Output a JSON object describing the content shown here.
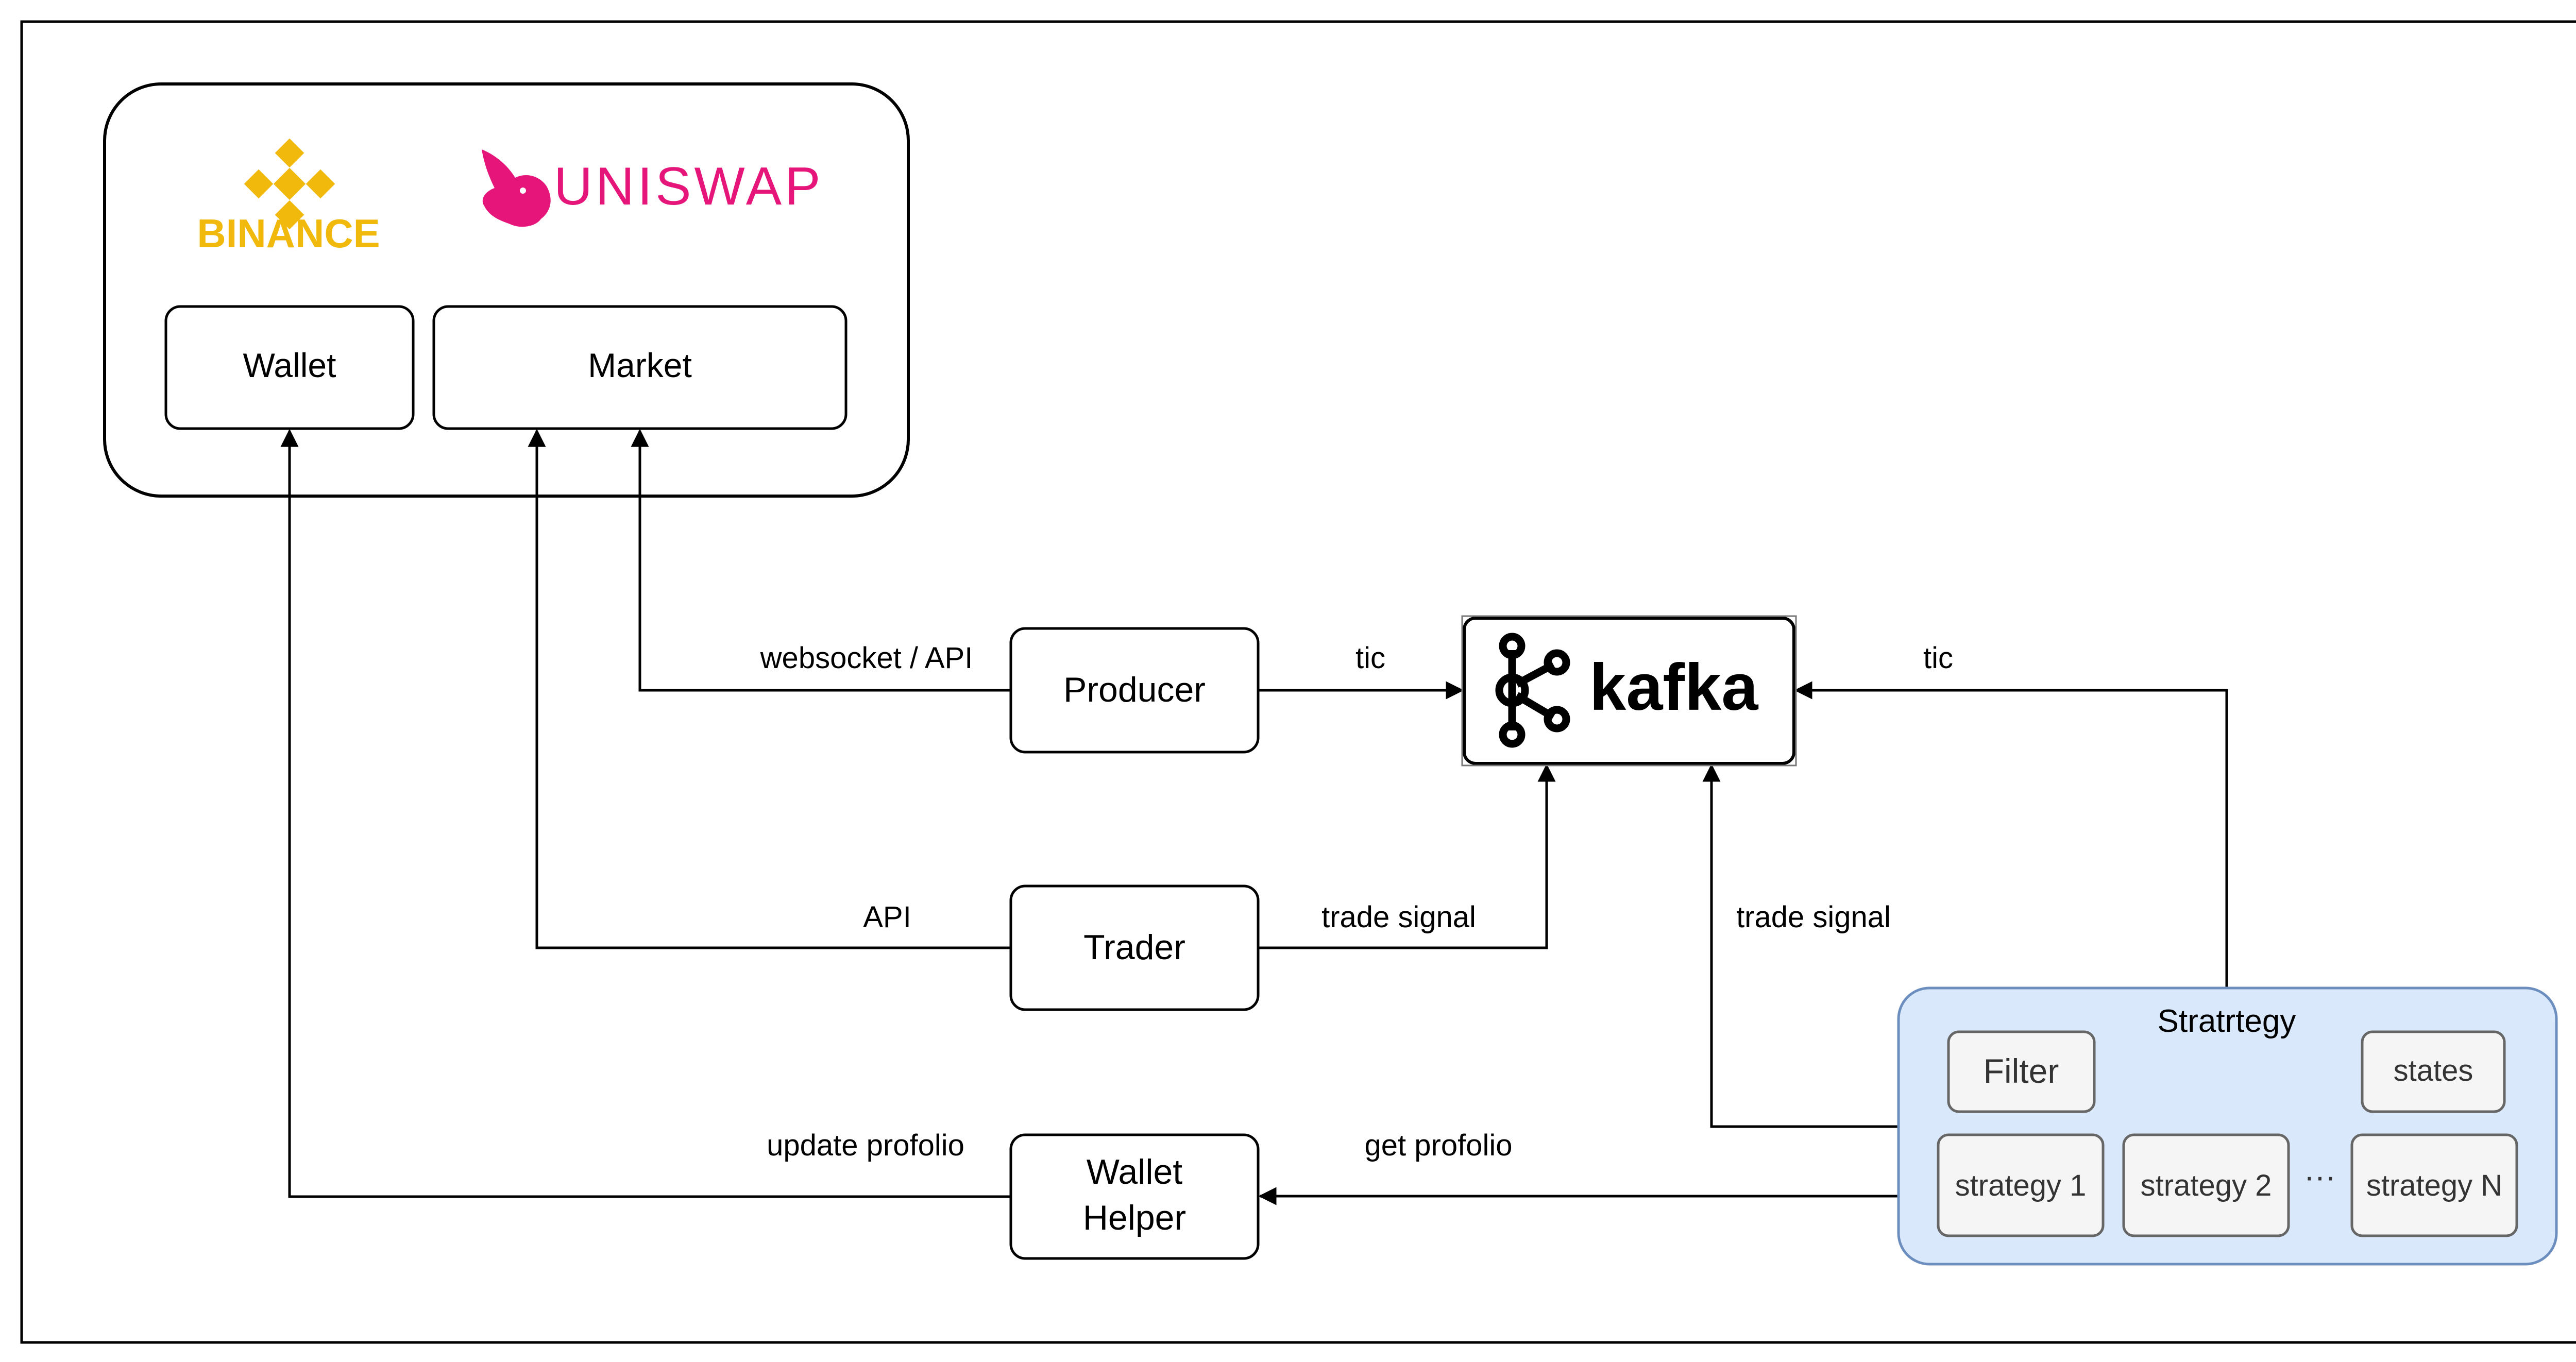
{
  "exchanges": {
    "binance_label": "BINANCE",
    "uniswap_label": "UNISWAP",
    "wallet_label": "Wallet",
    "market_label": "Market"
  },
  "nodes": {
    "producer": "Producer",
    "trader": "Trader",
    "wallet_helper_line1": "Wallet",
    "wallet_helper_line2": "Helper",
    "kafka": "kafka"
  },
  "strategy": {
    "title": "Stratrtegy",
    "filter": "Filter",
    "states": "states",
    "strategy_1": "strategy 1",
    "strategy_2": "strategy 2",
    "ellipsis": "···",
    "strategy_n": "strategy N"
  },
  "edges": {
    "websocket_api": "websocket / API",
    "producer_tic": "tic",
    "api": "API",
    "trader_signal": "trade signal",
    "strategy_signal": "trade signal",
    "strategy_tic": "tic",
    "update_portfolio": "update profolio",
    "get_portfolio": "get profolio"
  },
  "colors": {
    "binance": "#F0B90B",
    "uniswap": "#E5157A",
    "strategy_fill": "#DAE8FC",
    "strategy_stroke": "#6C8EBF",
    "inner_box_fill": "#F5F5F5",
    "inner_box_stroke": "#666666"
  }
}
